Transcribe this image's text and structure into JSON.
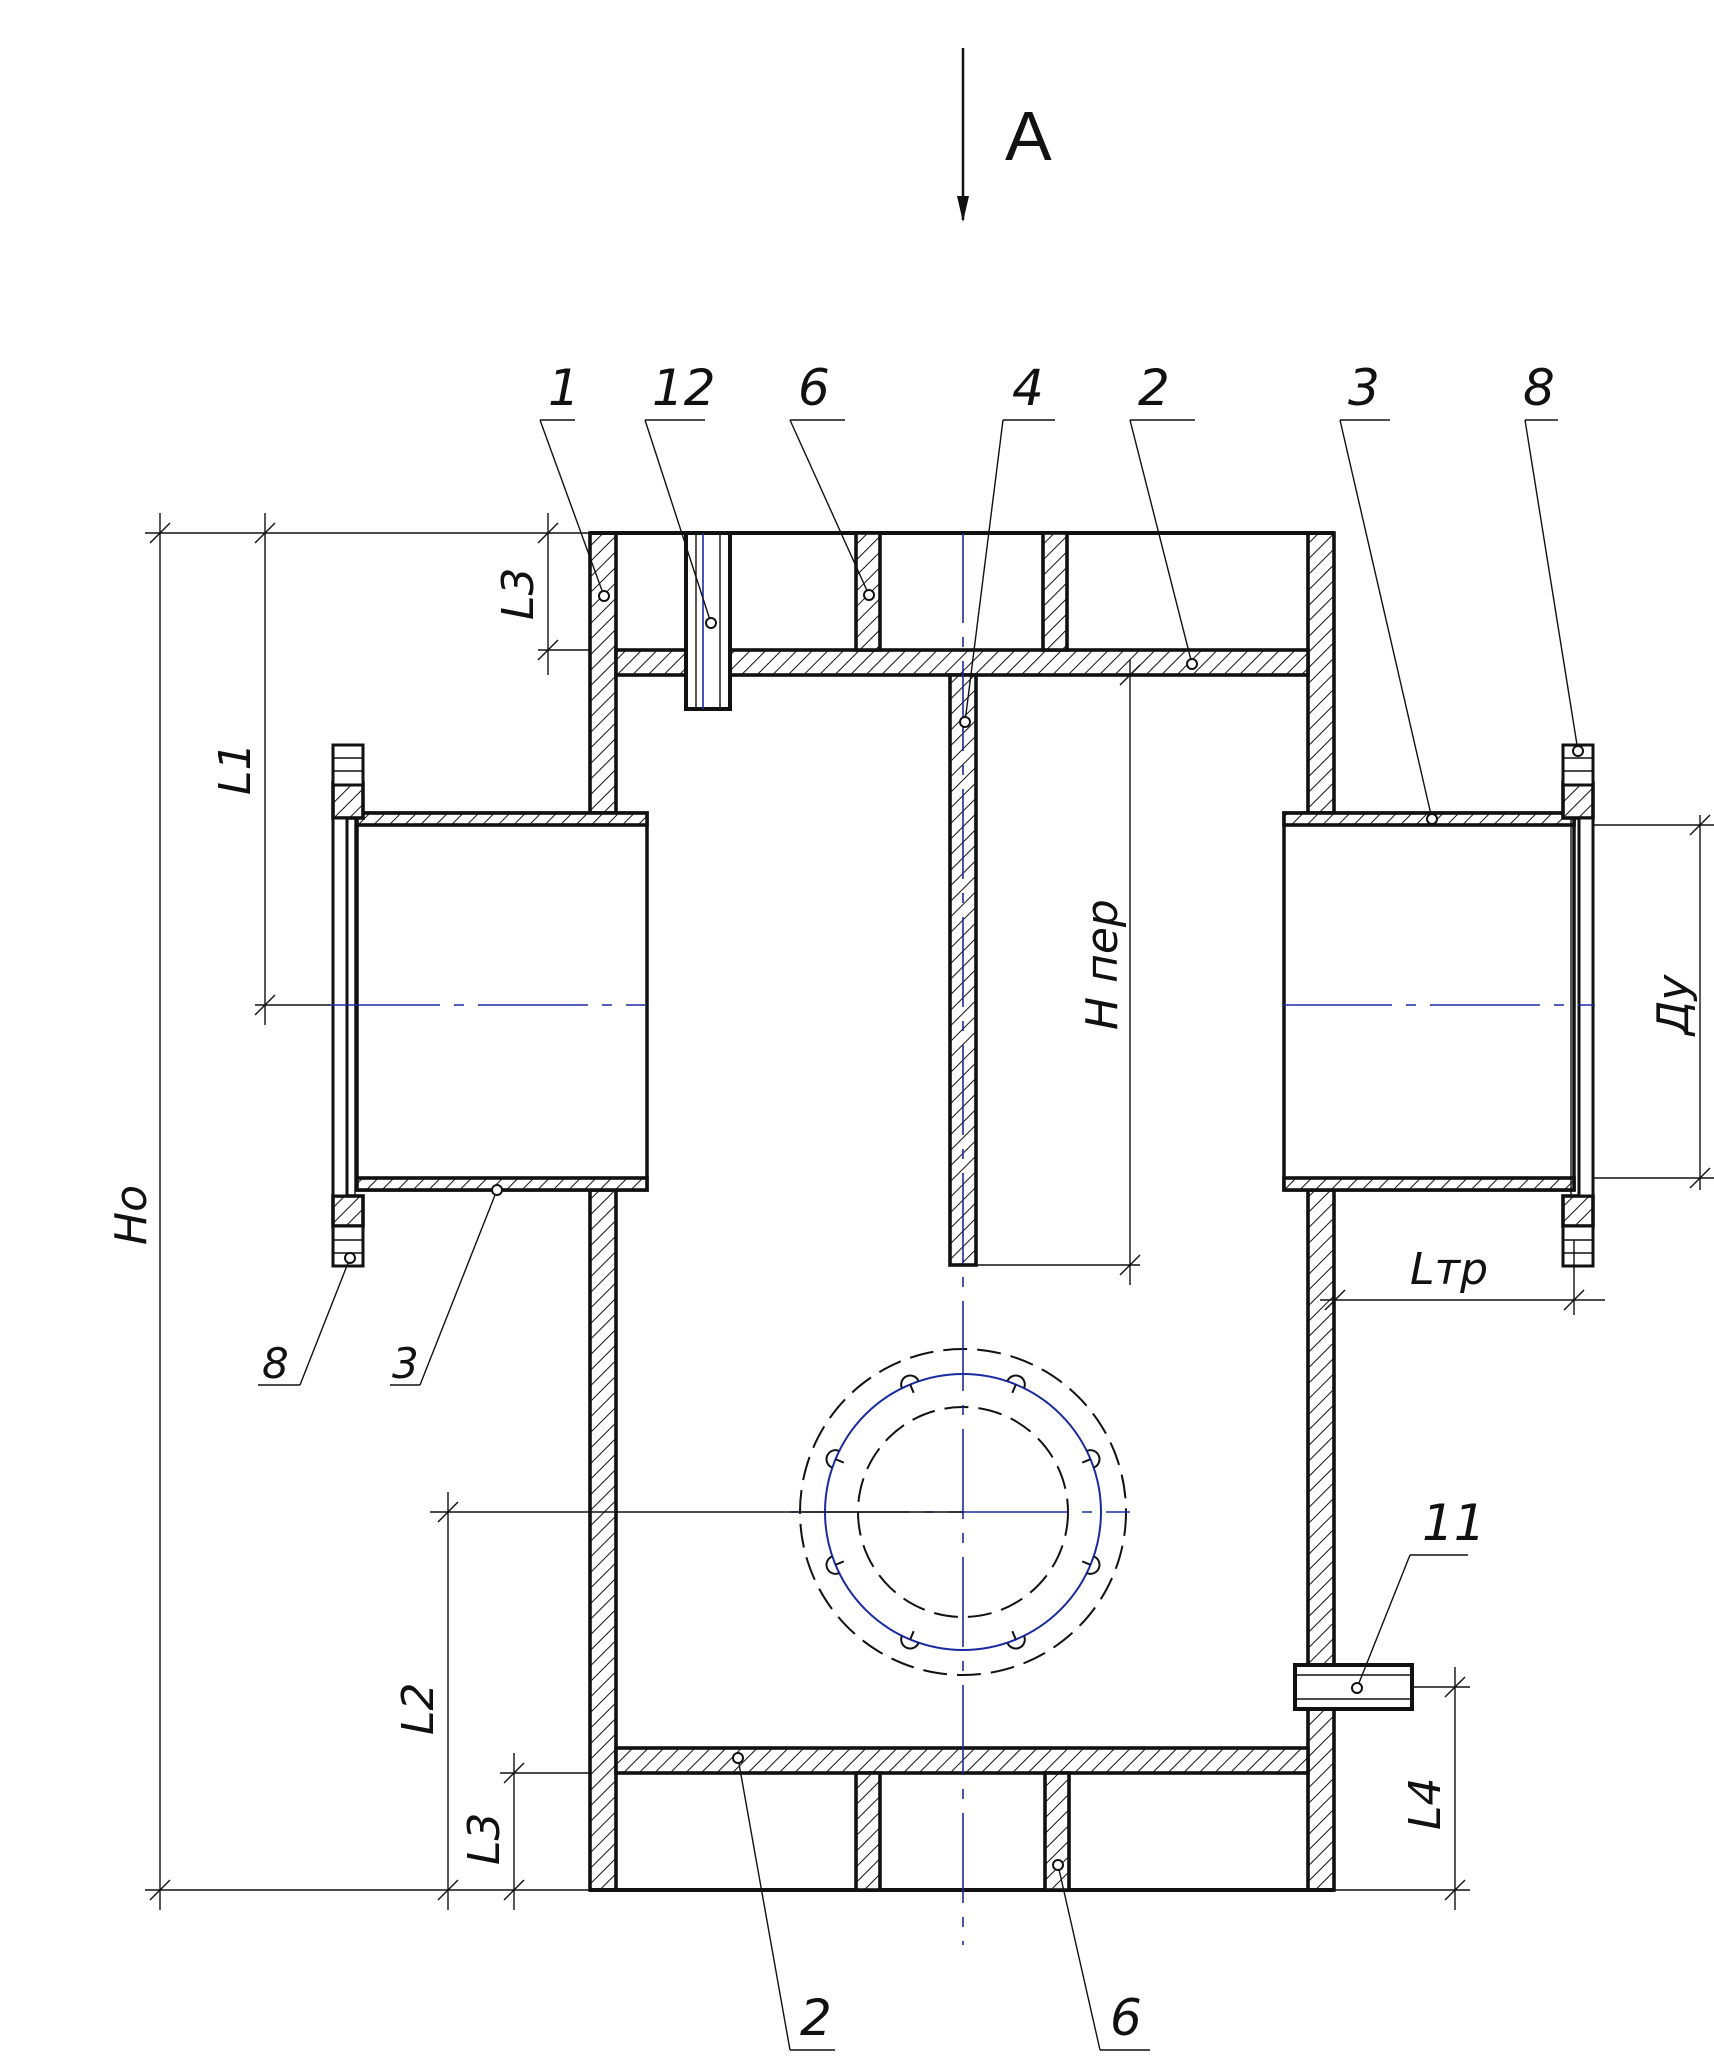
{
  "view_label": "А",
  "callouts": {
    "top_1": "1",
    "top_12": "12",
    "top_6": "6",
    "top_4": "4",
    "top_2": "2",
    "top_3": "3",
    "top_8": "8",
    "left_8": "8",
    "left_3": "3",
    "right_11": "11",
    "bottom_2": "2",
    "bottom_6": "6"
  },
  "dimensions": {
    "L3_top": "L3",
    "L1": "L1",
    "Ho": "Ho",
    "H_per": "H пер",
    "Dy": "Ду",
    "L_tr": "Lтр",
    "L2": "L2",
    "L3_bottom": "L3",
    "L4": "L4"
  },
  "colors": {
    "line": "#111111",
    "axis": "#1a2aa0",
    "background": "#ffffff"
  }
}
